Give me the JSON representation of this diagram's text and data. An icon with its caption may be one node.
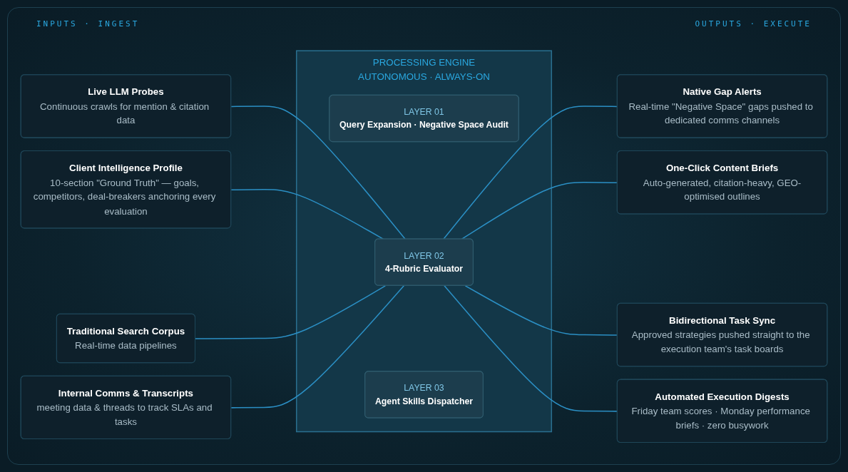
{
  "diagram": {
    "nodes": [
      {
        "text": [
          "Live LLM Probes",
          "Continuous crawls for mention & citation data"
        ]
      },
      {
        "text": [
          "Client Intelligence Profile",
          "10-section \"Ground Truth\" — goals, competitors, deal-breakers anchoring every evaluation"
        ]
      },
      {
        "text": [
          "Traditional Search Corpus",
          "Real-time data pipelines"
        ]
      },
      {
        "text": [
          "Internal Comms & Transcripts",
          "meeting data & threads to track SLAs and tasks"
        ]
      },
      {
        "text": [
          "PROCESSING ENGINE",
          "AUTONOMOUS · ALWAYS-ON"
        ]
      },
      {
        "text": [
          "LAYER 01",
          "Query Expansion · Negative Space Audit"
        ],
        "in": 4
      },
      {
        "text": [
          "LAYER 02",
          "4-Rubric Evaluator"
        ],
        "in": 4
      },
      {
        "text": [
          "LAYER 03",
          "Agent Skills Dispatcher"
        ],
        "in": 4
      },
      {
        "text": [
          "Native Gap Alerts",
          "Real-time \"Negative Space\" gaps pushed to dedicated comms channels"
        ]
      },
      {
        "text": [
          "One-Click Content Briefs",
          "Auto-generated, citation-heavy, GEO-optimised outlines"
        ]
      },
      {
        "text": [
          "Bidirectional Task Sync",
          "Approved strategies pushed straight to the execution team's task boards"
        ]
      },
      {
        "text": [
          "Automated Execution Digests",
          "Friday team scores · Monday performance briefs · zero busywork"
        ]
      }
    ],
    "edges": [
      {
        "from": 0,
        "to": 6,
        "arrow": "none"
      },
      {
        "from": 1,
        "to": 6,
        "arrow": "none"
      },
      {
        "from": 2,
        "to": 6,
        "arrow": "none"
      },
      {
        "from": 3,
        "to": 6,
        "arrow": "none"
      },
      {
        "from": 6,
        "to": 8,
        "arrow": "none"
      },
      {
        "from": 6,
        "to": 9,
        "arrow": "none"
      },
      {
        "from": 6,
        "to": 10,
        "arrow": "none"
      },
      {
        "from": 6,
        "to": 11,
        "arrow": "none"
      }
    ],
    "labels": [
      "INPUTS · INGEST",
      "OUTPUTS · EXECUTE"
    ]
  }
}
